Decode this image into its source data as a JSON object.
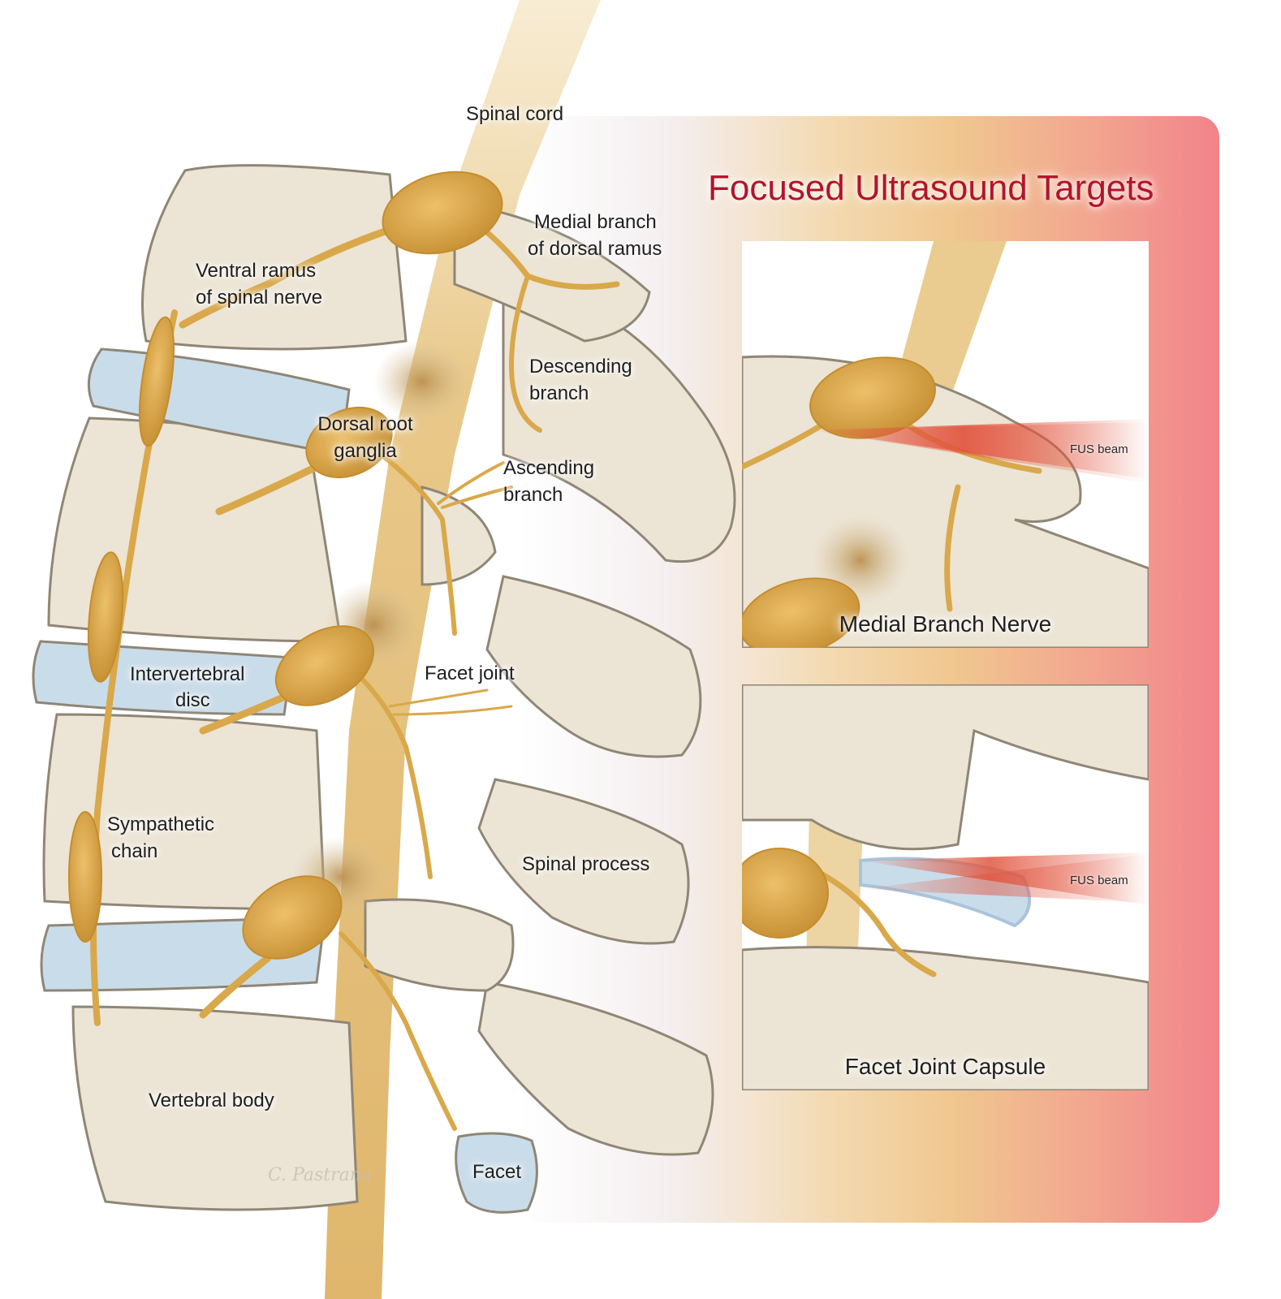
{
  "heading": "Focused Ultrasound Targets",
  "labels": {
    "spinal_cord": "Spinal cord",
    "medial_branch_1": "Medial branch",
    "medial_branch_2": "of dorsal ramus",
    "ventral_ramus_1": "Ventral ramus",
    "ventral_ramus_2": "of spinal nerve",
    "descending_1": "Descending",
    "descending_2": "branch",
    "drg_1": "Dorsal root",
    "drg_2": "ganglia",
    "ascending_1": "Ascending",
    "ascending_2": "branch",
    "facet_joint": "Facet joint",
    "iv_disc_1": "Intervertebral",
    "iv_disc_2": "disc",
    "symp_chain_1": "Sympathetic",
    "symp_chain_2": "chain",
    "spinal_process": "Spinal process",
    "vertebral_body": "Vertebral body",
    "facet": "Facet"
  },
  "panels": [
    {
      "title": "Medial Branch Nerve",
      "beam_label": "FUS beam"
    },
    {
      "title": "Facet Joint Capsule",
      "beam_label": "FUS beam"
    }
  ],
  "signature": "C. Pastrana",
  "colors": {
    "bone": "#ece4d4",
    "bone_outline": "#8f8676",
    "nerve": "#d9a84a",
    "nerve_dark": "#c48d2f",
    "disc": "#c9dce9",
    "heading": "#b3142b",
    "beam": "#e2553f",
    "panel_gradient_end": "#f2838a"
  }
}
